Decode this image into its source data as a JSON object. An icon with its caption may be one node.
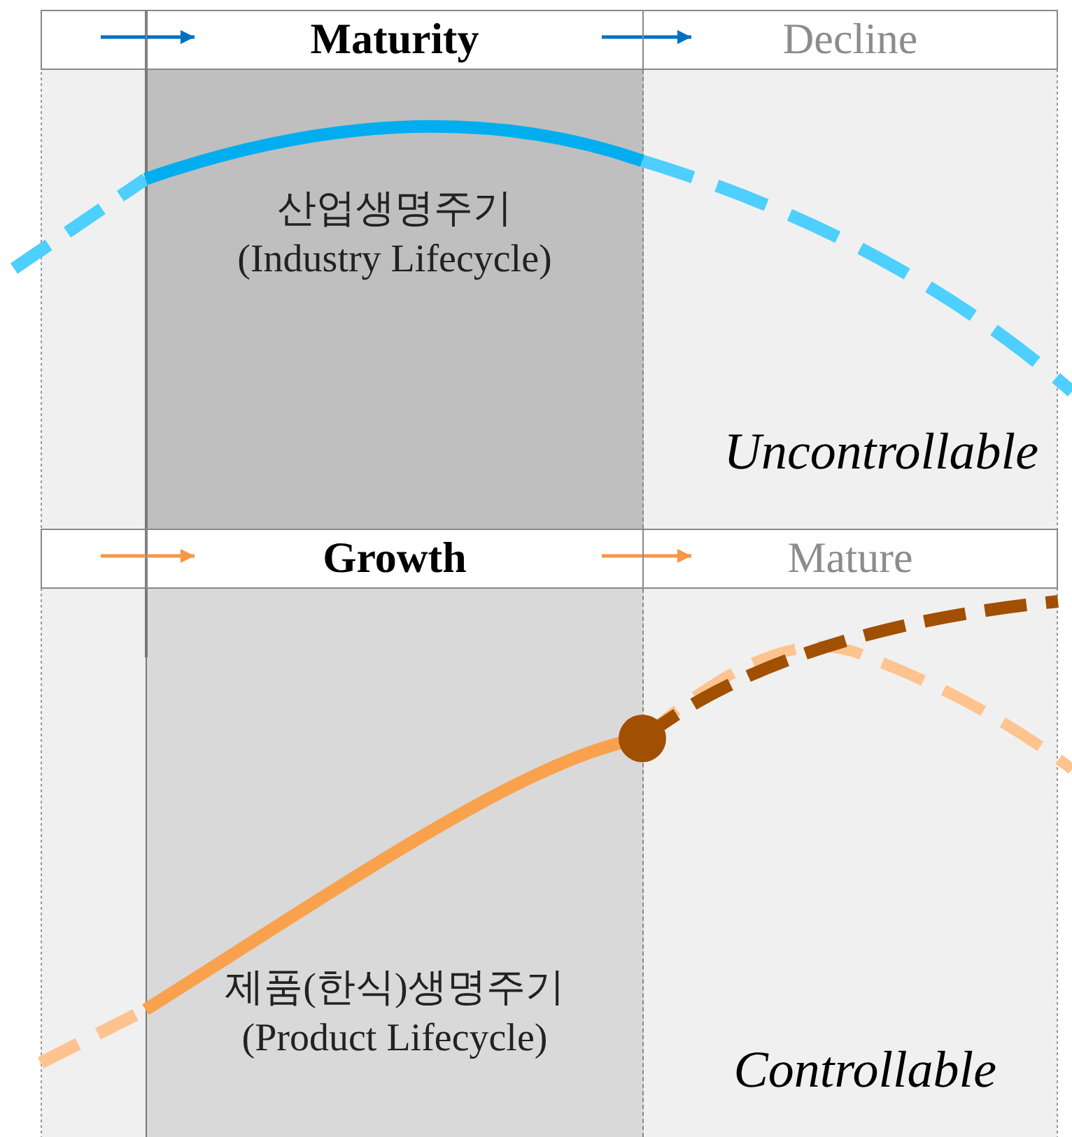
{
  "diagram": {
    "nodes": [
      {
        "text": [
          "Maturity"
        ]
      },
      {
        "text": [
          "Decline"
        ]
      },
      {
        "text": [
          "Growth"
        ]
      },
      {
        "text": [
          "Mature"
        ]
      },
      {
        "text": [
          "산업생명주기 (Industry Lifecycle)"
        ]
      },
      {
        "text": [
          "제품(한식)생명주기 (Product Lifecycle)"
        ]
      }
    ],
    "edges": [
      {
        "from": null,
        "to": 0,
        "arrow": "to",
        "color": "#0070c0"
      },
      {
        "from": 0,
        "to": 1,
        "arrow": "to",
        "color": "#0070c0"
      },
      {
        "from": null,
        "to": 2,
        "arrow": "to",
        "color": "#f79646"
      },
      {
        "from": 2,
        "to": 3,
        "arrow": "to",
        "color": "#f79646"
      }
    ],
    "labels": [
      "Uncontrollable",
      "Controllable"
    ]
  }
}
